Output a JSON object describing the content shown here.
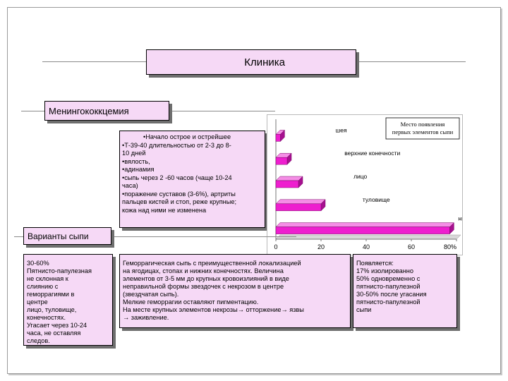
{
  "header": {
    "title": "Клиника"
  },
  "subtitle": "Менингококкцемия",
  "clinic_lines": [
    "•Начало острое и острейшее",
    "•Т-39-40 длительностью от 2-3 до 8-",
    "10 дней",
    "•вялость,",
    "•адинамия",
    "•сыпь через 2 -60 часов (чаще 10-24",
    "часа)",
    "•поражение суставов (3-6%), артриты",
    "пальцев кистей и стоп, реже крупные;",
    "кожа над ними не изменена"
  ],
  "variants": {
    "title": "Варианты сыпи",
    "box1_lines": [
      "30-60%",
      "Пятнисто-папулезная",
      "не склонная к",
      "слиянию с",
      "геморрагиями в",
      "центре",
      "лицо, туловище,",
      "конечностях.",
      "Угасает через 10-24",
      "часа, не оставляя",
      "следов."
    ],
    "box2_lines": [
      "Геморрагическая сыпь с преимущественной локализацией",
      "на ягодицах, стопах и нижних конечностях. Величина",
      "элементов от 3-5 мм до крупных кровоизлияний в виде",
      "неправильной формы звездочек с некрозом в центре",
      "(звездчатая сыпь).",
      "Мелкие геморрагии оставляют пигментацию.",
      "На месте крупных элементов некрозы→ отторжение→ язвы",
      "→ заживление."
    ],
    "box3_lines": [
      "Появляется:",
      "17% изолированно",
      "50% одновременно с",
      "пятнисто-папулезной",
      "30-50% после угасания",
      "пятнисто-папулезной",
      "сыпи"
    ]
  },
  "chart_data": {
    "type": "bar",
    "orientation": "horizontal",
    "style": "3d",
    "title": "Место появления первых элементов сыпи",
    "categories": [
      "шея",
      "верхние конечности",
      "лицо",
      "туловище",
      "нижние конечности"
    ],
    "values": [
      2,
      5,
      10,
      20,
      77
    ],
    "xlim": [
      0,
      80
    ],
    "xticks": [
      "0",
      "20",
      "40",
      "60",
      "80%"
    ],
    "bar_color": "#ee1fcf",
    "bar_side_color": "#a6108f",
    "bar_top_color": "#f58ee6"
  },
  "colors": {
    "box_fill": "#f6d9f6",
    "shadow": "#6e6e6e"
  }
}
